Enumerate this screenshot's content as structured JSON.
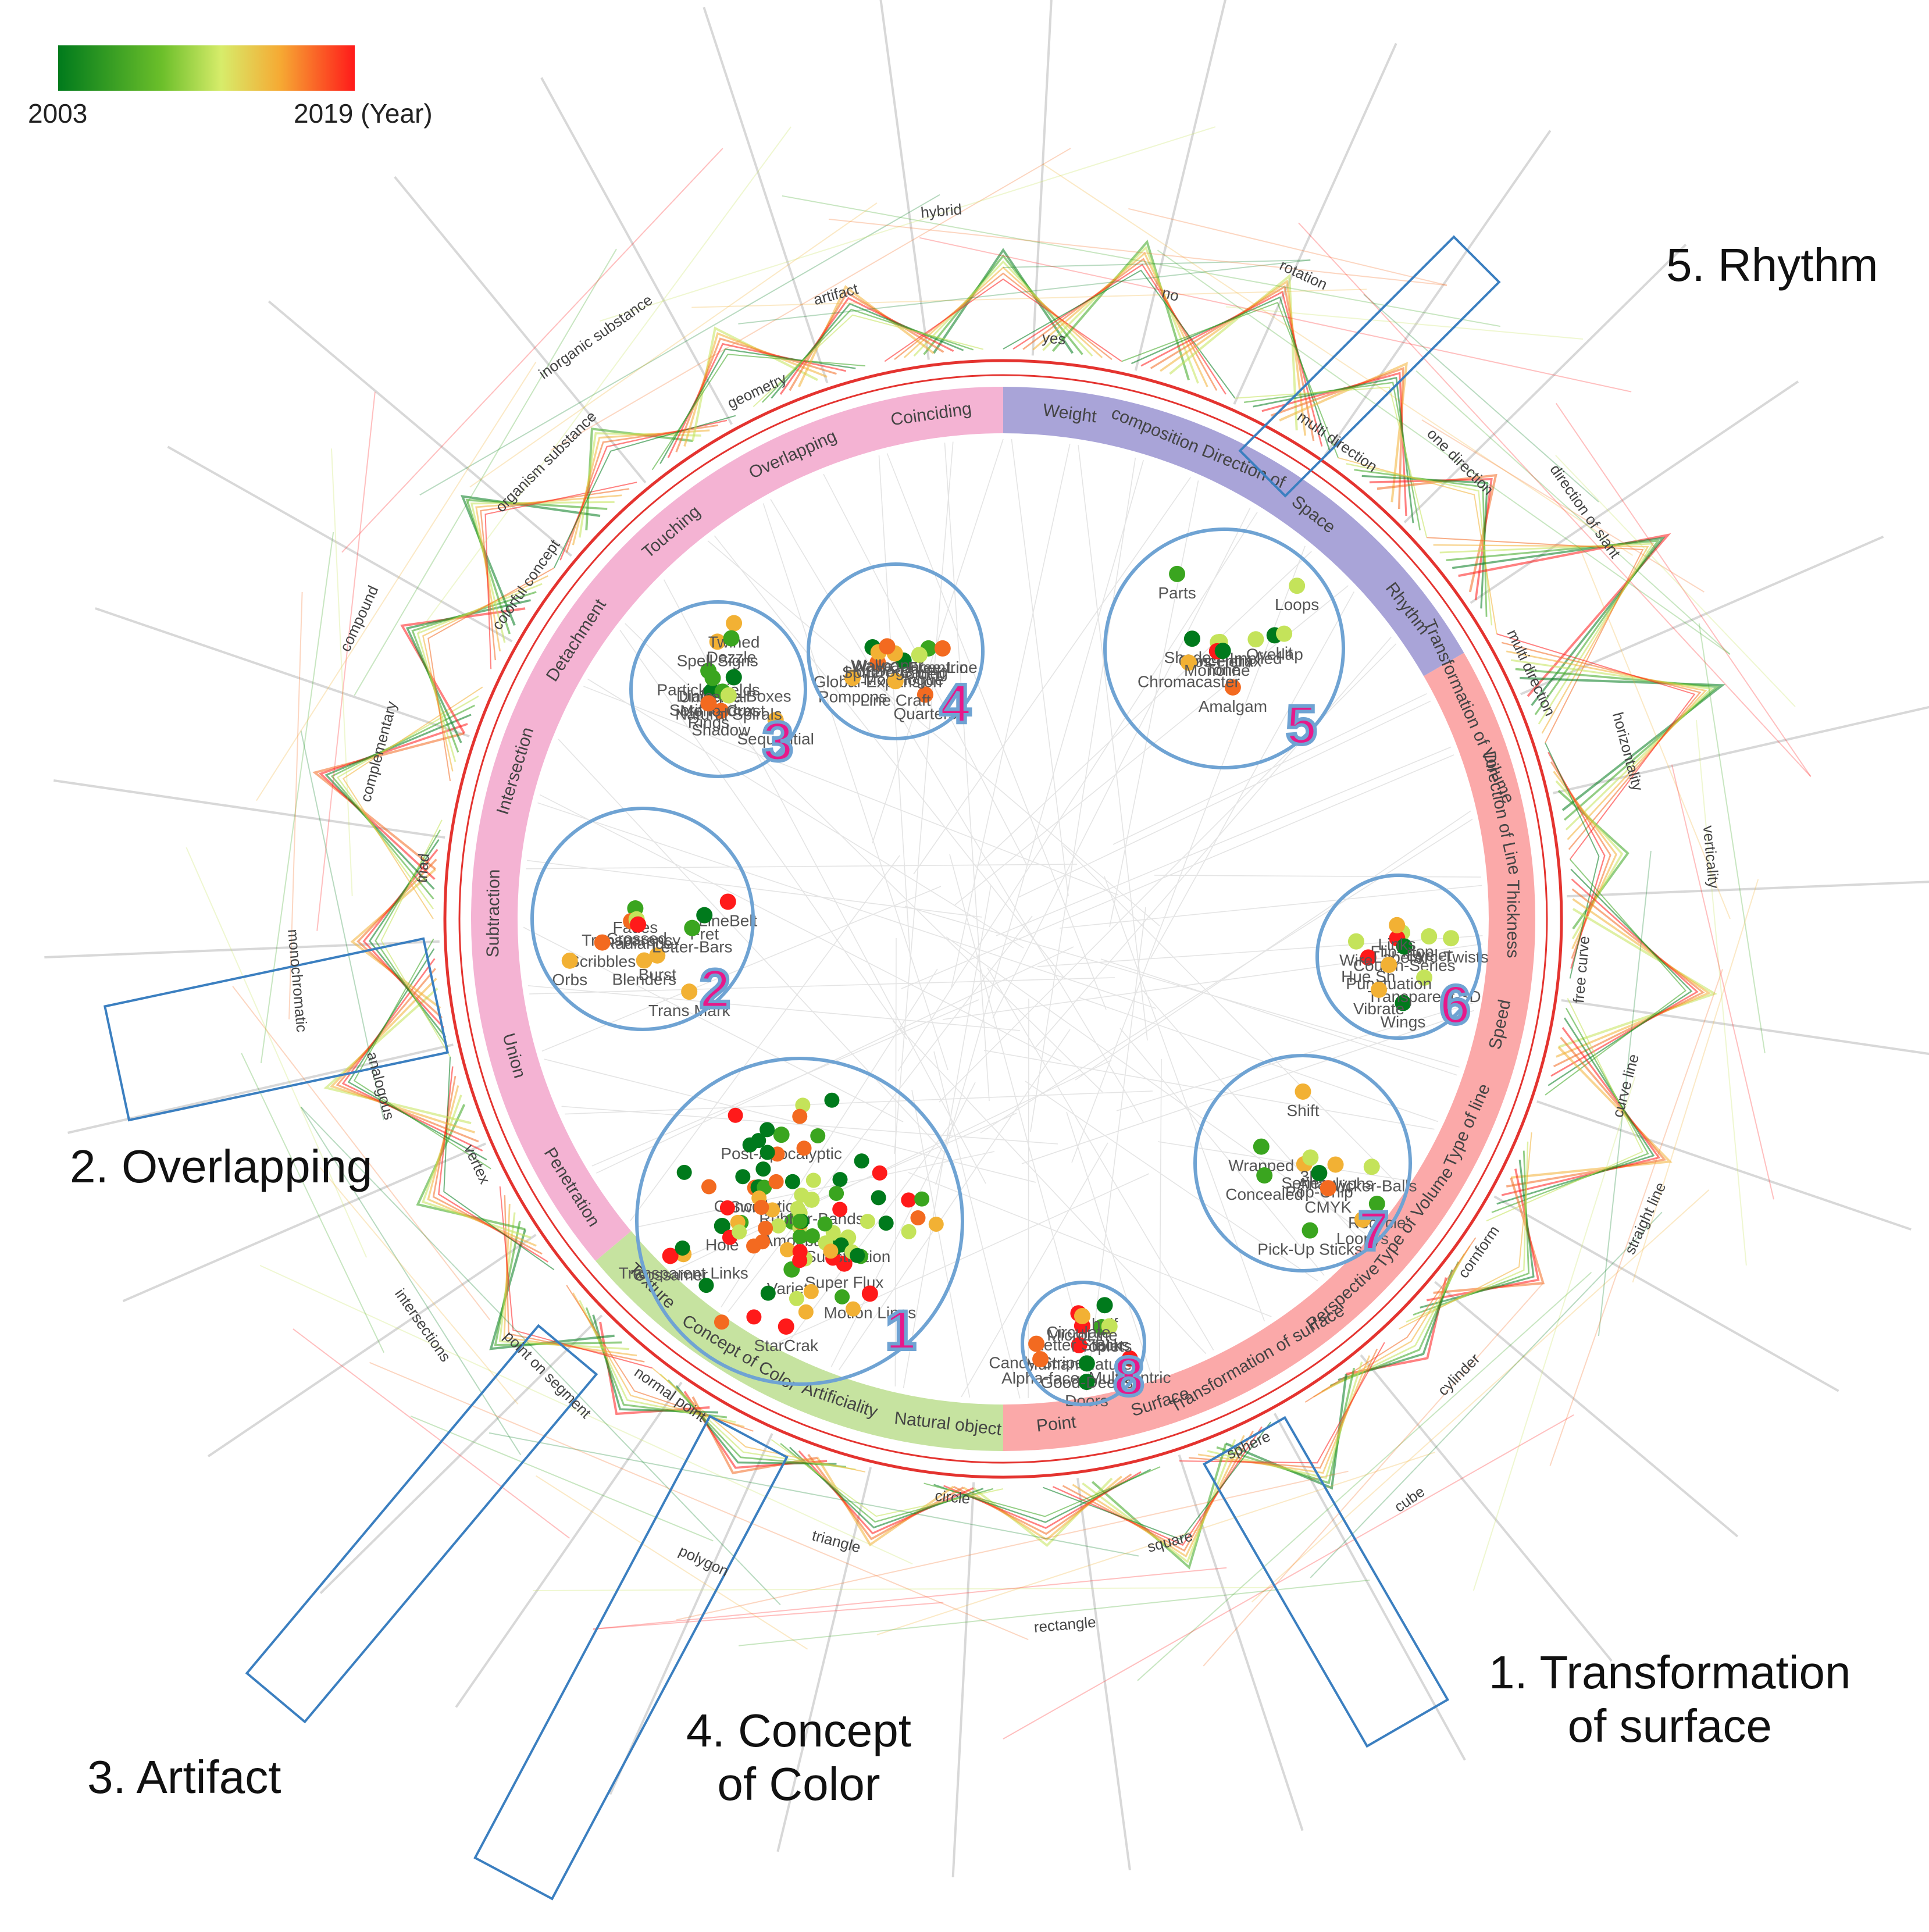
{
  "legend": {
    "start_year": "2003",
    "end_year": "2019",
    "unit": "(Year)",
    "colors": [
      "#007a1c",
      "#3aa51f",
      "#c4e35a",
      "#f2b134",
      "#f36a20",
      "#ff1a1a"
    ]
  },
  "callouts": {
    "c1a": "1. Transformation",
    "c1b": "of surface",
    "c2": "2. Overlapping",
    "c3": "3. Artifact",
    "c4a": "4. Concept",
    "c4b": "of Color",
    "c5": "5. Rhythm"
  },
  "ring": {
    "pink": [
      "Penetration",
      "Union",
      "Subtraction",
      "Intersection",
      "Detachment",
      "Touching",
      "Overlapping",
      "Coinciding"
    ],
    "purple": [
      "Weight",
      "composition Direction of",
      "Space",
      "Rhythm"
    ],
    "salmon": [
      "Transformation of Volume",
      "Direction of Line",
      "Thickness",
      "Speed",
      "Type of line",
      "Type of Volume",
      "Perspective",
      "Transformation of surface",
      "Surface",
      "Point"
    ],
    "green": [
      "Natural object",
      "Artificiality",
      "Concept of Color",
      "Texture"
    ]
  },
  "axis_values": [
    "yes",
    "no",
    "rotation",
    "multi direction",
    "one direction",
    "direction of slant",
    "multi direction",
    "horizontality",
    "verticality",
    "free curve",
    "curve line",
    "straight line",
    "cornform",
    "cylinder",
    "cube",
    "sphere",
    "square",
    "rectangle",
    "circle",
    "triangle",
    "polygon",
    "normal point",
    "point on segment",
    "intersections",
    "vertex",
    "analogous",
    "monochromatic",
    "triad",
    "complementary",
    "compound",
    "colorful concept",
    "organism substance",
    "inorganic substance",
    "geometry",
    "artifact",
    "hybrid"
  ],
  "cluster_numbers": [
    "1",
    "2",
    "3",
    "4",
    "5",
    "6",
    "7",
    "8"
  ],
  "point_labels": [
    "Hole",
    "Blenders",
    "Sequential",
    "Global-Expansion",
    "Concentrax",
    "Wings",
    "Wrapped",
    "Multicentric",
    "Super Flux",
    "Burst",
    "Particle-Fields",
    "Concentric",
    "Shaded",
    "Flip-Flop",
    "Recycle",
    "Droplets",
    "Swirlys",
    "Fades",
    "Serif Redux",
    "Pompons",
    "Implied",
    "Hue Sh",
    "Concealed",
    "Doors",
    "StarCrak",
    "LineBelt",
    "Spell Signs",
    "Golden",
    "Amalgam",
    "Labels",
    "Anaglyphs",
    "Human Nature",
    "Transparent Links",
    "Transparency",
    "Dialogue-Boxes",
    "Quarters",
    "Parts",
    "Cousin-Series",
    "Series",
    "half",
    "Amoeba",
    "Crossed",
    "Shadow",
    "Monologue",
    "Dos-Helix",
    "Transparent-3D",
    "Wicker-Balls",
    "Letter Stacks",
    "Post-Apocalyptic",
    "Radiance",
    "Mono-Crest",
    "Sphere-Caring",
    "Chromacaster",
    "Eyelet",
    "Loopys",
    "Candy-Stripe",
    "Gossamer",
    "Scribbles",
    "Twined",
    "Free-Line",
    "Monoline",
    "Wire",
    "Shift",
    "Alpha-face",
    "Substitution",
    "Fret",
    "Universal",
    "Wave",
    "Overlap",
    "Punctuation",
    "Pick-Up Sticks",
    "Blur",
    "Rubber-Bands",
    "Orbs",
    "Natural Spirals",
    "Line Craft",
    "Tone",
    "Links",
    "3D",
    "Good-Deeds",
    "Motion Lines",
    "Letter-Bars",
    "Rings",
    "Hot Dogs",
    "Loops",
    "Arc-Twists",
    "Pop-Chip",
    "Circulate",
    "Variety",
    "Trans Mark",
    "Dazzle",
    "Wallpaper",
    "Lit",
    "Vibrate",
    "CMYK",
    "MicroLine",
    "Cancellation"
  ]
}
